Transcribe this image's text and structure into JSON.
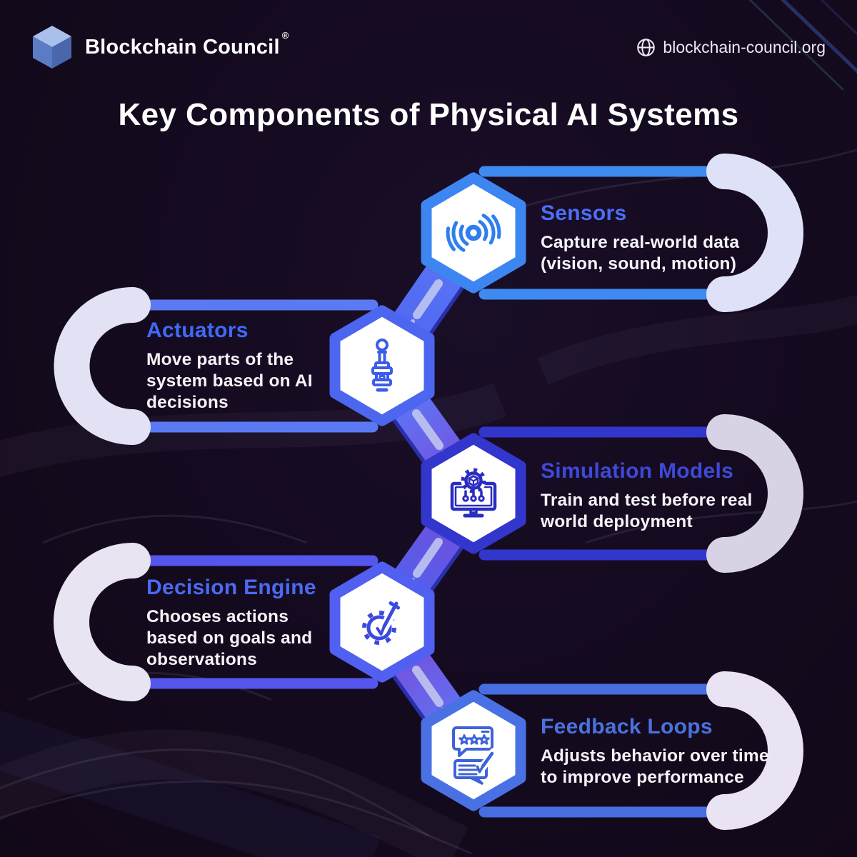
{
  "title": "Key Components of Physical AI Systems",
  "header": {
    "brand": "Blockchain Council",
    "registered_mark": "®",
    "website": "blockchain-council.org",
    "logo_colors": {
      "top": "#a9c0ea",
      "left": "#5b7cc4",
      "right": "#4a66ad"
    }
  },
  "colors": {
    "background": "#140a1e",
    "title_text": "#ffffff",
    "description_text": "#f5f3f8",
    "hexagon_fill": "#ffffff"
  },
  "ribbon": {
    "blue": "#5b79f7",
    "blue_deep": "#4d63ee",
    "purple": "#7b48d8",
    "dark": "#2c31b4",
    "dash": "#c6cbf0"
  },
  "nodes": [
    {
      "title": "Sensors",
      "description": "Capture real-world data (vision, sound, motion)",
      "icon": "signal-waves-icon",
      "side": "right",
      "accent": "#3d86f2",
      "icon_color": "#2f7ef0",
      "title_color": "#4c6ff7",
      "line_color": "#3f8af0",
      "curve_color": "#dfe1f8"
    },
    {
      "title": "Actuators",
      "description": "Move parts of the system based on AI decisions",
      "icon": "joystick-icon",
      "side": "left",
      "accent": "#4d66ef",
      "icon_color": "#3e5ce8",
      "title_color": "#3f6af6",
      "line_color": "#5b79f2",
      "curve_color": "#e3e2f5"
    },
    {
      "title": "Simulation Models",
      "description": "Train and test before real world deployment",
      "icon": "simulation-monitor-icon",
      "side": "right",
      "accent": "#3336cc",
      "icon_color": "#2b2cc0",
      "title_color": "#3d49d8",
      "line_color": "#3336cc",
      "curve_color": "#d7d3e4"
    },
    {
      "title": "Decision Engine",
      "description": "Chooses actions based on goals and observations",
      "icon": "gear-pencil-icon",
      "side": "left",
      "accent": "#5160f0",
      "icon_color": "#3c49e0",
      "title_color": "#4b6af2",
      "line_color": "#5456ee",
      "curve_color": "#e8e4f2"
    },
    {
      "title": "Feedback Loops",
      "description": "Adjusts behavior over time to improve performance",
      "icon": "feedback-review-icon",
      "side": "right",
      "accent": "#4a71e4",
      "icon_color": "#3e63d8",
      "title_color": "#4a72dd",
      "line_color": "#476ee0",
      "curve_color": "#e9e3f3"
    }
  ]
}
